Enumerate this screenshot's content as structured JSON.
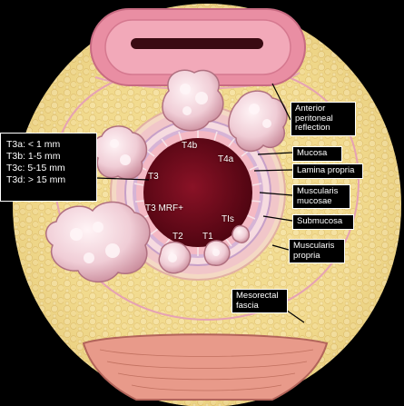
{
  "t3_depth": [
    "T3a: < 1 mm",
    "T3b: 1-5 mm",
    "T3c: 5-15 mm",
    "T3d: > 15 mm"
  ],
  "stages": {
    "t4b": "T4b",
    "t4a": "T4a",
    "t3": "T3",
    "t3_mrf": "T3 MRF+",
    "t2": "T2",
    "t1": "T1",
    "tis": "TIs"
  },
  "labels": {
    "anterior_peritoneal_reflection": [
      "Anterior",
      "peritoneal",
      "reflection"
    ],
    "mucosa": "Mucosa",
    "lamina_propria": "Lamina propria",
    "muscularis_mucosae": [
      "Muscularis",
      "mucosae"
    ],
    "submucosa": "Submucosa",
    "muscularis_propria": [
      "Muscularis",
      "propria"
    ],
    "mesorectal_fascia": [
      "Mesorectal",
      "fascia"
    ]
  },
  "colors": {
    "background": "#000000",
    "fat": "#f2dc8e",
    "lumen": "#6a0818",
    "bladder": "#e88aa0",
    "tumor": "#f3d6dc"
  }
}
